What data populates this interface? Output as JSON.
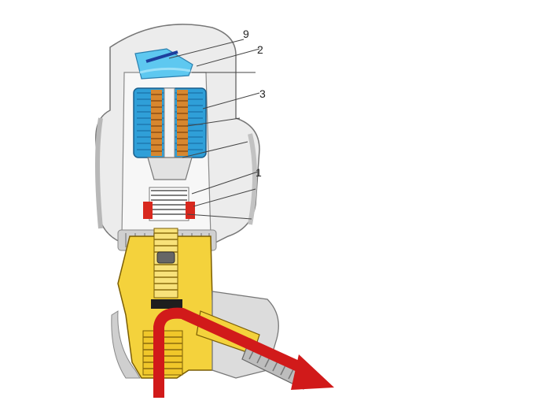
{
  "callouts": {
    "c9": "9",
    "c2": "2",
    "c3": "3",
    "c1": "1"
  },
  "colors": {
    "housing": "#e9e9e9",
    "housing_shade": "#c9c9c9",
    "sensor_blue": "#2f9fd8",
    "bellows_orange": "#d7872f",
    "spring_red": "#d8281e",
    "brass_yellow": "#f4d23c",
    "flow_red": "#d11a1a",
    "cap_cyan": "#5ec8f0"
  }
}
